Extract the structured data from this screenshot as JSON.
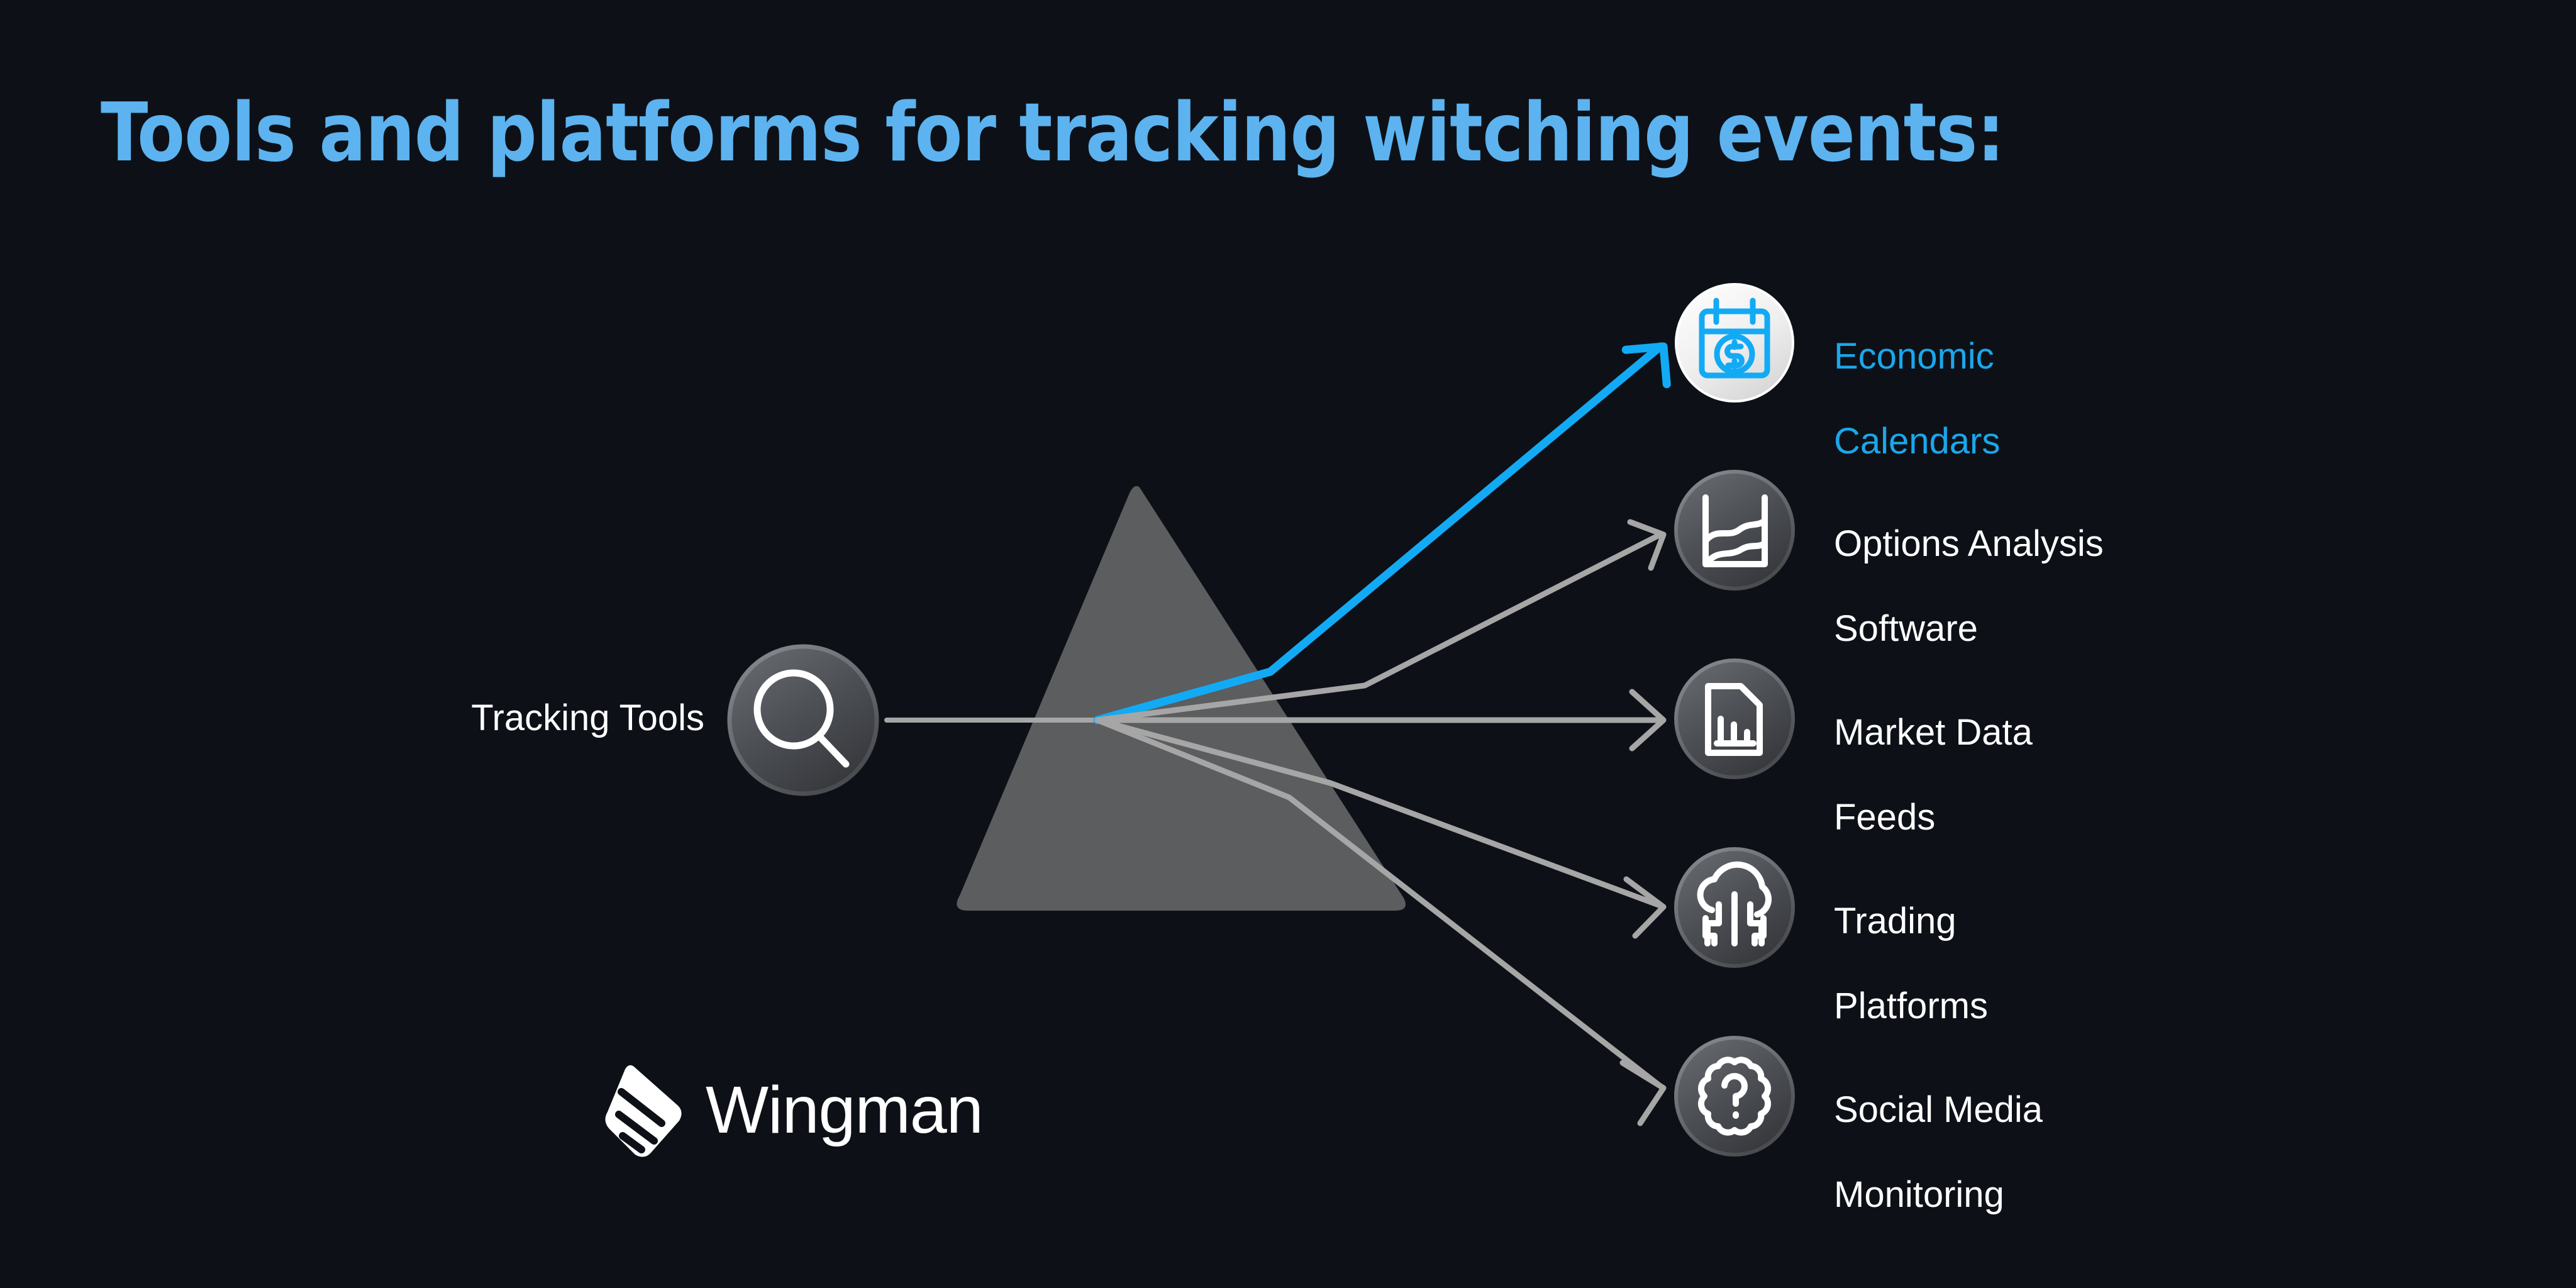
{
  "page": {
    "background_color": "#0d1117",
    "title": "Tools and platforms for tracking witching events:",
    "title_color": "#5cb3ef"
  },
  "source": {
    "label": "Tracking Tools",
    "icon": "magnifier-icon",
    "icon_color": "#ffffff",
    "circle_fill": "#4a4d52"
  },
  "prism": {
    "name": "prism-triangle",
    "fill": "#6e6e6e",
    "opacity": "0.78"
  },
  "items": [
    {
      "label": "Economic\nCalendars",
      "line1": "Economic",
      "line2": "Calendars",
      "icon": "calendar-dollar-icon",
      "icon_color": "#13aaf5",
      "circle_fill": "#f2f2f2",
      "label_color": "#1aa7ec",
      "ray_color": "#13aaf5",
      "highlighted": "true"
    },
    {
      "label": "Options Analysis\nSoftware",
      "line1": "Options Analysis",
      "line2": "Software",
      "icon": "line-chart-icon",
      "icon_color": "#ffffff",
      "circle_fill": "#5a5d61",
      "label_color": "#ffffff",
      "ray_color": "#a6a6a6",
      "highlighted": "false"
    },
    {
      "label": "Market Data\nFeeds",
      "line1": "Market Data",
      "line2": "Feeds",
      "icon": "document-bar-chart-icon",
      "icon_color": "#ffffff",
      "circle_fill": "#5a5d61",
      "label_color": "#ffffff",
      "ray_color": "#a6a6a6",
      "highlighted": "false"
    },
    {
      "label": "Trading\nPlatforms",
      "line1": "Trading",
      "line2": "Platforms",
      "icon": "cloud-network-icon",
      "icon_color": "#ffffff",
      "circle_fill": "#5a5d61",
      "label_color": "#ffffff",
      "ray_color": "#a6a6a6",
      "highlighted": "false"
    },
    {
      "label": "Social Media\nMonitoring",
      "line1": "Social Media",
      "line2": "Monitoring",
      "icon": "thought-bubble-question-icon",
      "icon_color": "#ffffff",
      "circle_fill": "#5a5d61",
      "label_color": "#ffffff",
      "ray_color": "#a6a6a6",
      "highlighted": "false"
    }
  ],
  "brand": {
    "name": "Wingman",
    "logo_icon": "wingman-logo-icon",
    "color": "#ffffff"
  }
}
